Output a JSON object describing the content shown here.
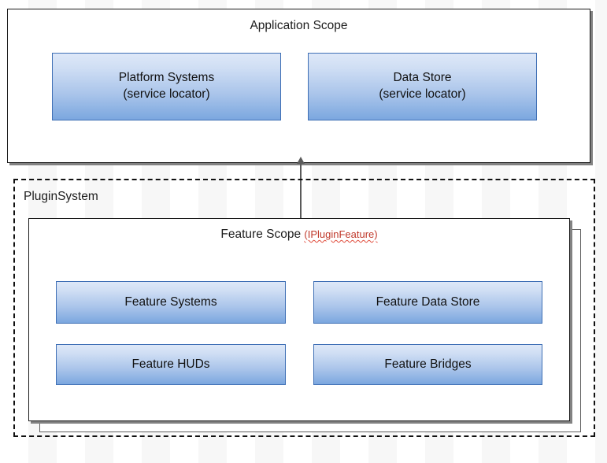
{
  "diagram": {
    "title": "Application Scope",
    "application_scope": {
      "label": "Application Scope",
      "nodes": [
        {
          "name": "platform-systems",
          "line1": "Platform Systems",
          "line2": "(service locator)"
        },
        {
          "name": "data-store",
          "line1": "Data Store",
          "line2": "(service locator)"
        }
      ]
    },
    "plugin_system": {
      "label": "PluginSystem",
      "feature_scope": {
        "label": "Feature Scope",
        "interface": "(IPluginFeature)",
        "nodes": [
          {
            "name": "feature-systems",
            "line1": "Feature Systems",
            "line2": ""
          },
          {
            "name": "feature-data-store",
            "line1": "Feature Data Store",
            "line2": ""
          },
          {
            "name": "feature-huds",
            "line1": "Feature HUDs",
            "line2": ""
          },
          {
            "name": "feature-bridges",
            "line1": "Feature Bridges",
            "line2": ""
          }
        ]
      }
    },
    "connector": {
      "name": "feature-scope-to-application-scope-arrow",
      "direction": "up"
    },
    "colors": {
      "node_border": "#3f6fb5",
      "node_gradient_top": "#dee8f8",
      "node_gradient_bottom": "#7ba7df",
      "box_border": "#1a1a1a",
      "dashed_border": "#111111",
      "interface_text": "#c0392b",
      "connector": "#5a5a5a",
      "background": "#ffffff"
    }
  }
}
